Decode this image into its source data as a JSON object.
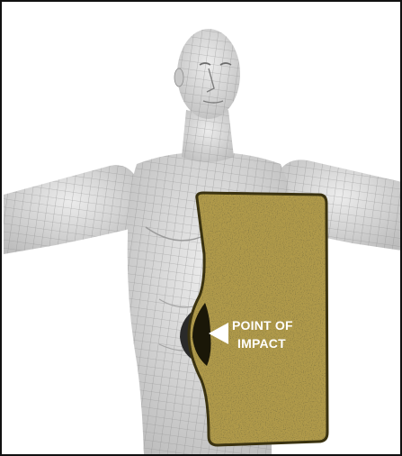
{
  "diagram": {
    "label_line1": "POINT OF",
    "label_line2": "IMPACT"
  },
  "colors": {
    "frame_border": "#111111",
    "background": "#ffffff",
    "body_skin": "#d9d9d9",
    "body_mesh": "#8c8c8c",
    "plate_base": "#b09a4a",
    "plate_outline": "#3a3210",
    "arrow": "#ffffff"
  },
  "icons": {
    "figure": "human-torso-mannequin",
    "armor": "armor-plate",
    "arrow": "left-pointing-triangle-arrow"
  }
}
